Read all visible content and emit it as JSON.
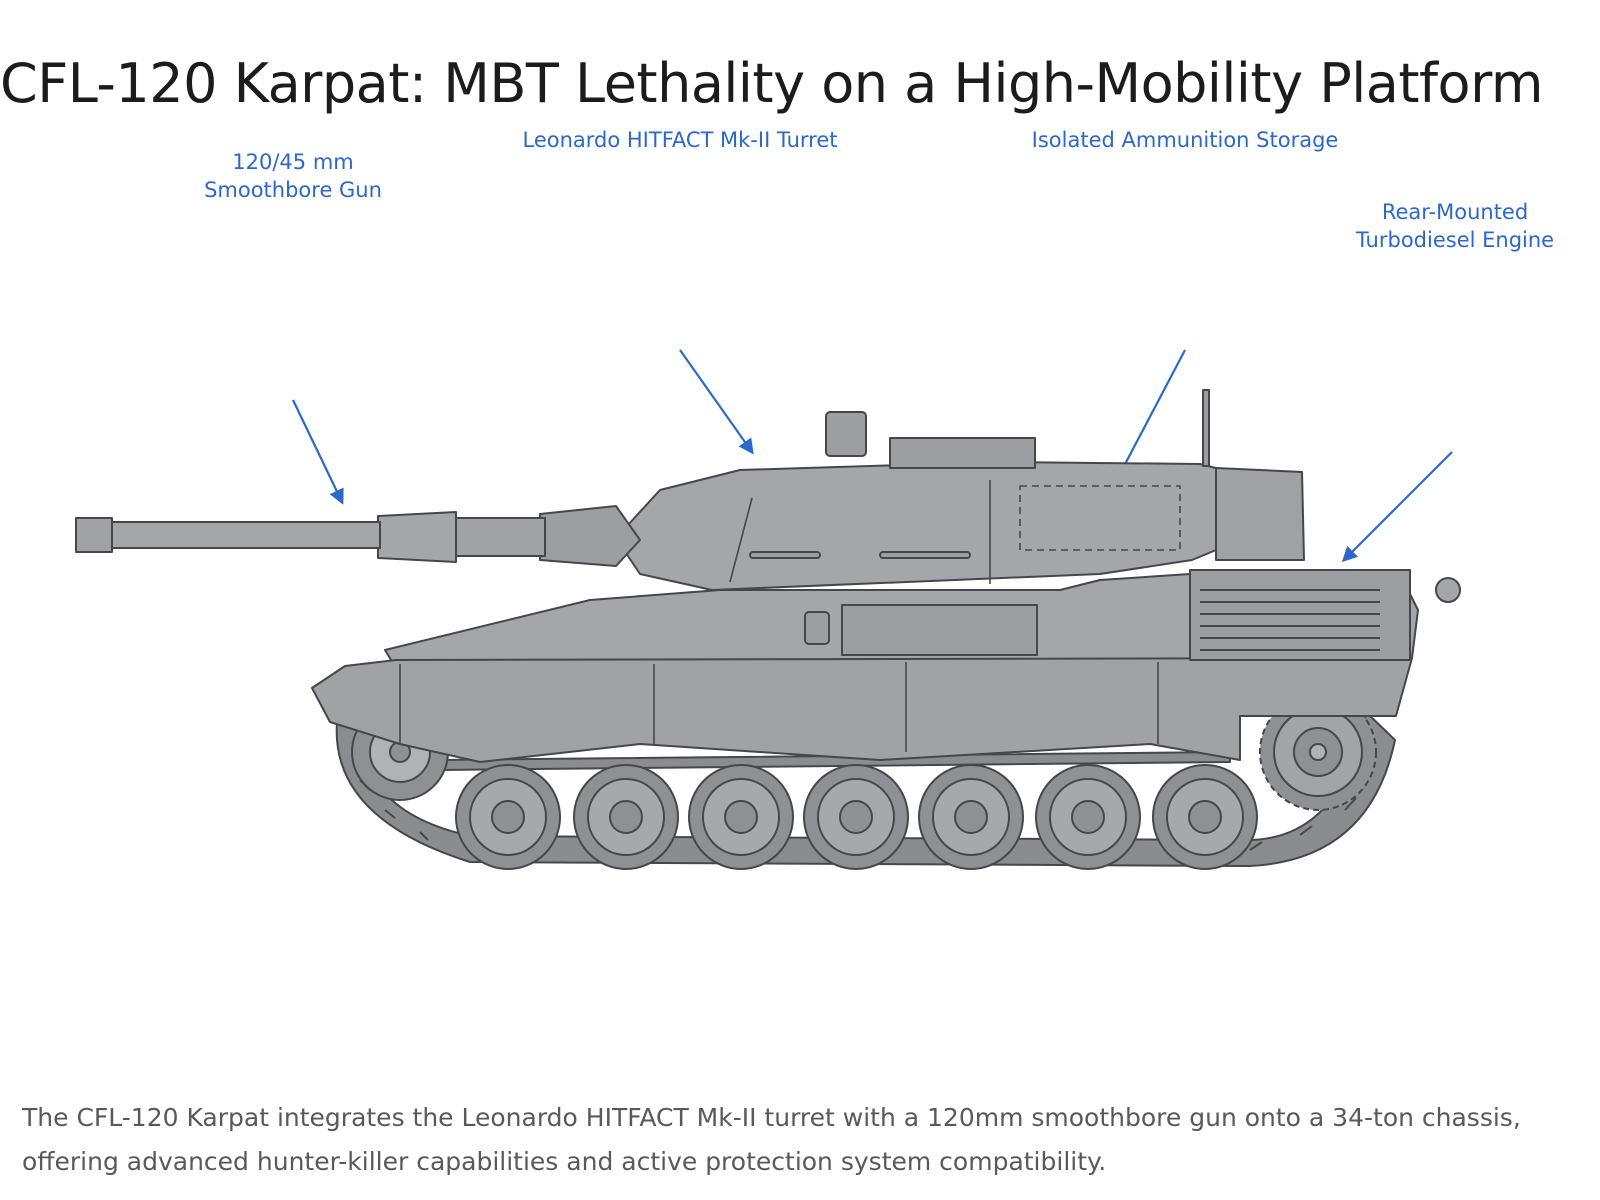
{
  "title": "CFL-120 Karpat: MBT Lethality on a High-Mobility Platform",
  "callouts": {
    "gun": [
      "120/45 mm",
      "Smoothbore Gun"
    ],
    "turret": "Leonardo HITFACT Mk-II Turret",
    "ammo": "Isolated Ammunition Storage",
    "engine": [
      "Rear-Mounted",
      "Turbodiesel Engine"
    ]
  },
  "caption": "The CFL-120 Karpat integrates the Leonardo HITFACT Mk-II turret with a 120mm smoothbore gun onto a 34-ton chassis, offering advanced hunter-killer capabilities and active protection system compatibility.",
  "colors": {
    "accent": "#2c68c9",
    "hull": "#a4a6aa",
    "outline": "#45474c"
  }
}
